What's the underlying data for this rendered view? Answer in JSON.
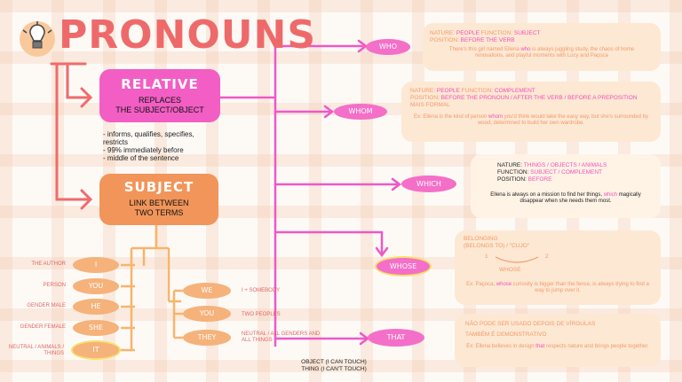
{
  "title": "PRONOUNS",
  "relative": {
    "heading": "RELATIVE",
    "line1": "REPLACES",
    "line2": "THE SUBJECT/OBJECT"
  },
  "relative_notes": [
    "- informs, qualifies, specifies,",
    "restricts",
    "- 99% immediately before",
    "- middle of the sentence"
  ],
  "subject": {
    "heading": "SUBJECT",
    "line1": "LINK BETWEEN",
    "line2": "TWO TERMS"
  },
  "singular": [
    {
      "label": "THE AUTHOR",
      "pronoun": "I"
    },
    {
      "label": "PERSON",
      "pronoun": "YOU"
    },
    {
      "label": "GENDER MALE",
      "pronoun": "HE"
    },
    {
      "label": "GENDER FEMALE",
      "pronoun": "SHE"
    },
    {
      "label": "NEUTRAL / ANIMALS / THINGS",
      "pronoun": "IT"
    }
  ],
  "plural": [
    {
      "pronoun": "WE",
      "label": "I + SOMEBODY"
    },
    {
      "pronoun": "YOU",
      "label": "TWO PEOPLES"
    },
    {
      "pronoun": "THEY",
      "label": "NEUTRAL / ALL GENDERS AND ALL THINGS"
    }
  ],
  "relatives": [
    "WHO",
    "WHOM",
    "WHICH",
    "WHOSE",
    "THAT"
  ],
  "who_card": {
    "line1_k1": "NATURE: ",
    "line1_v1": "PEOPLE",
    "line1_k2": "   FUNCTION: ",
    "line1_v2": "SUBJECT",
    "line2_k": "POSITION: ",
    "line2_v": "BEFORE THE VERB",
    "ex_a": "There's this girl named Ellena ",
    "ex_b": "who",
    "ex_c": " is always juggling study, the chaos of home renovations, and playful moments with Lucy and Paçoca"
  },
  "whom_card": {
    "line1_k1": "NATURE: ",
    "line1_v1": "PEOPLE",
    "line1_k2": "   FUNCTION: ",
    "line1_v2": "COMPLEMENT",
    "line2_k": "POSITION: ",
    "line2_v": "BEFORE THE PRONOUN / AFTER THE VERB / BEFORE A PREPOSITION",
    "line3": "MAIS FORMAL",
    "ex_a": "Ex: Ellena is the kind of person ",
    "ex_b": "whom",
    "ex_c": " you'd think would take the easy way, but she's surrounded by wood, determined to build her own wardrobe."
  },
  "which_card": {
    "line1_k": "NATURE: ",
    "line1_v": "THINGS / OBJECTS / ANIMALS",
    "line2_k": "FUNCTION: ",
    "line2_v": "SUBJECT / COMPLEMENT",
    "line3_k": "POSITION: ",
    "line3_v": "BEFORE",
    "ex_a": "Ellena is always on a mission to find her things, ",
    "ex_b": "which",
    "ex_c": " magically disappear when she needs them most."
  },
  "whose_card": {
    "line1": "BELONGING",
    "line2": "(BELONGS TO) / \"CUJO\"",
    "n1": "1",
    "n2": "2",
    "mid": "WHOSE",
    "ex_a": "Ex: Paçoca, ",
    "ex_b": "whose",
    "ex_c": " curiosity is bigger than the fence, is always trying to find a way to jump over it."
  },
  "that_card": {
    "line1": "NÃO PODE SER USADO DEPOIS DE VÍRGULAS",
    "line2": "TAMBÉM É DEMONSTRATIVO",
    "ex_a": "Ex: Ellena believes in design ",
    "ex_b": "that",
    "ex_c": " respects nature and brings people together."
  },
  "bottom": {
    "line1": "OBJECT (I CAN TOUCH)",
    "line2": "THING (I CAN'T TOUCH)"
  },
  "colors": {
    "coral": "#ee6a6a",
    "pink": "#f25ec4",
    "orange": "#f2955a",
    "yellow": "#f5e06a"
  }
}
